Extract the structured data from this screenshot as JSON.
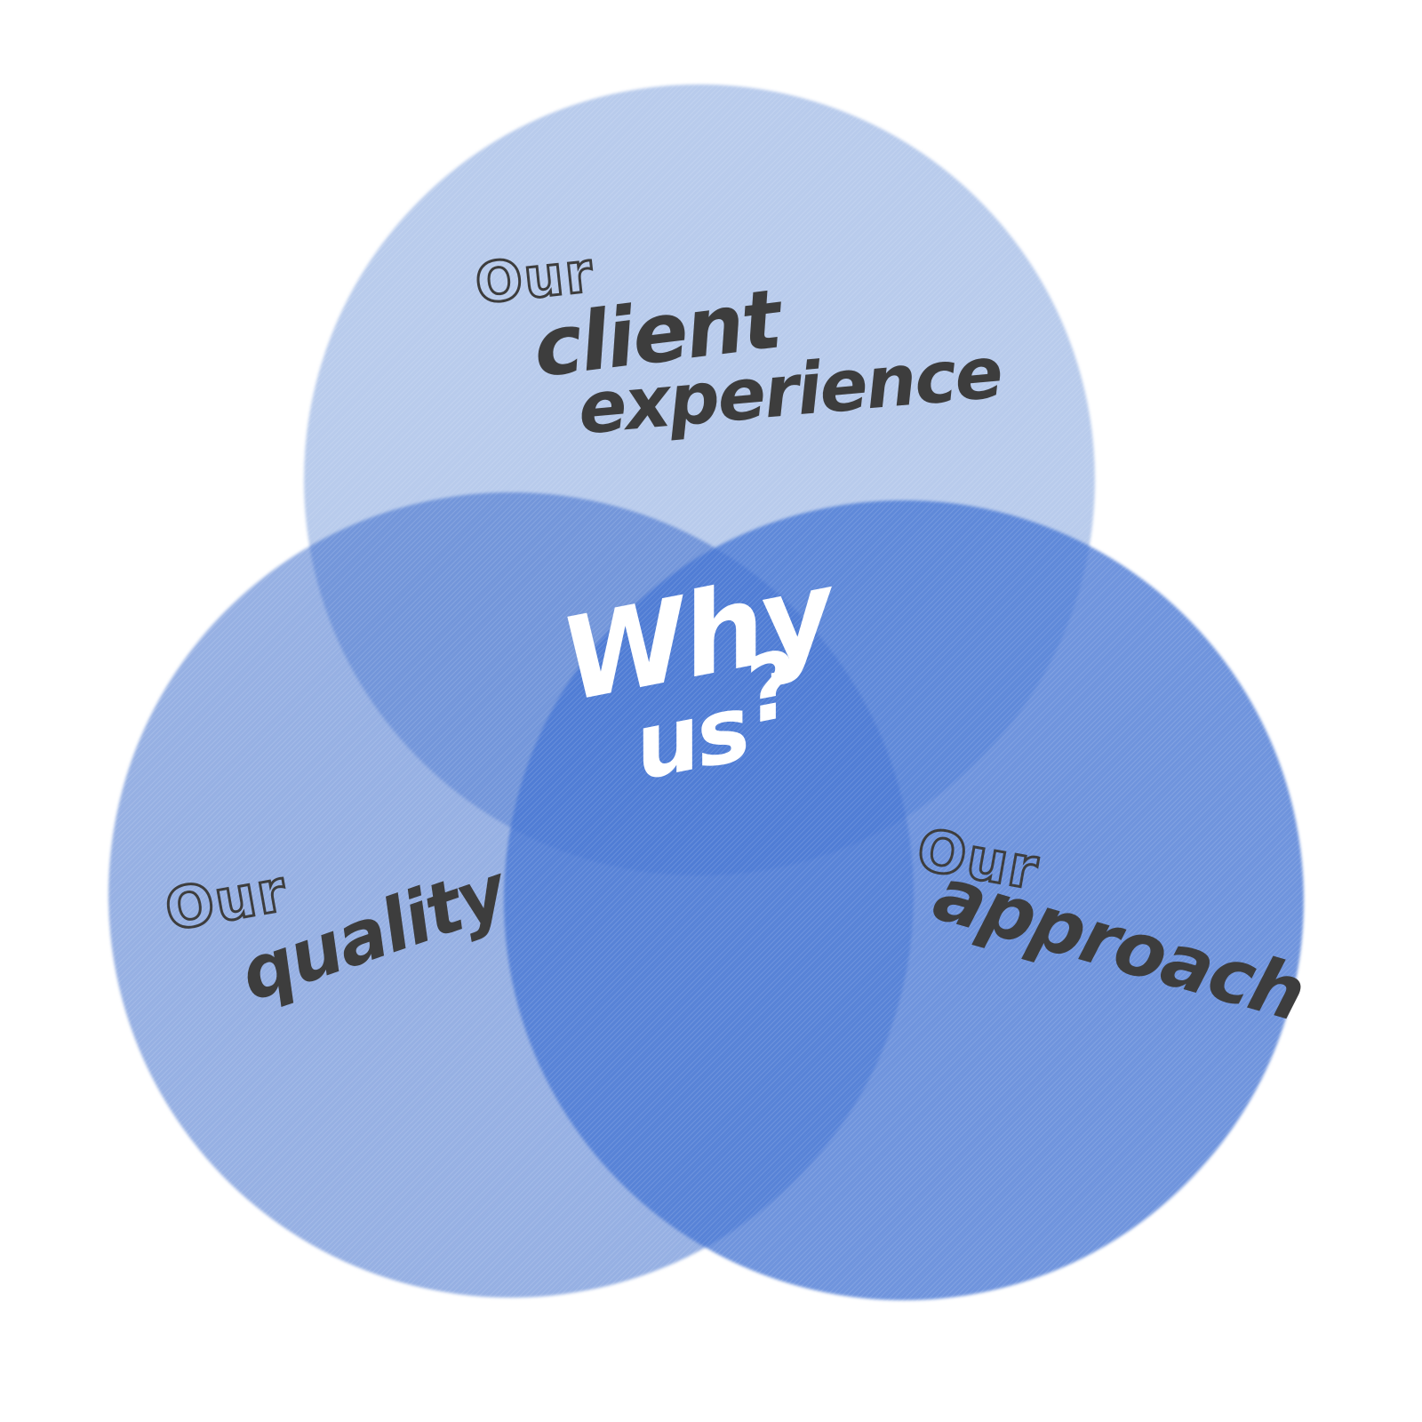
{
  "colors": {
    "page_background": "#ffffff",
    "circle_top_fill": "#b8cbec",
    "circle_left_fill": "rgba(49,100,200,0.51)",
    "circle_right_fill": "rgba(70,118,211,0.78)",
    "label_ink": "#3d3d3d",
    "center_ink": "#ffffff"
  },
  "venn": {
    "type": "venn-3-circles",
    "center": {
      "line1": "Why",
      "line2_word": "us",
      "line2_mark": "?"
    },
    "top_circle": {
      "prefix": "Our",
      "line1": "client",
      "line2": "experience"
    },
    "left_circle": {
      "prefix": "Our",
      "word": "quality"
    },
    "right_circle": {
      "prefix": "Our",
      "word": "approach"
    }
  }
}
